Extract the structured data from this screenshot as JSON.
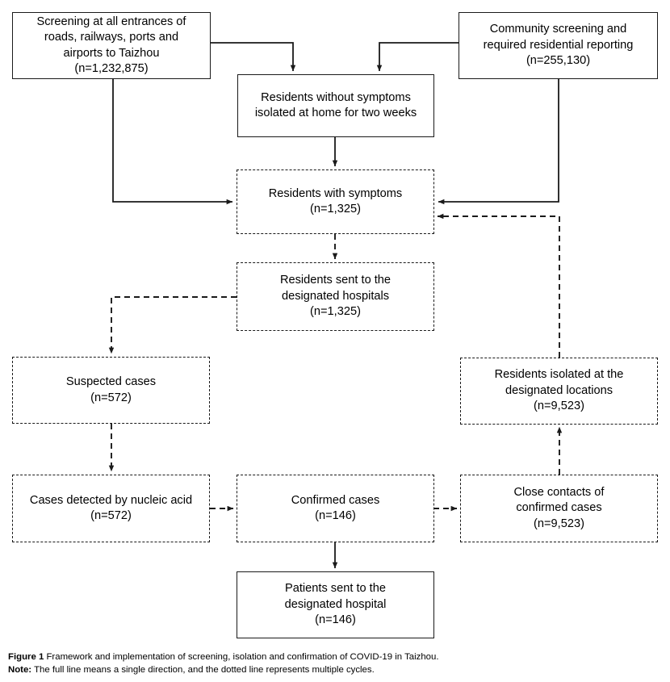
{
  "figure": {
    "caption_label": "Figure 1",
    "caption_text": " Framework and implementation of screening, isolation and confirmation of COVID-19 in Taizhou.",
    "note_label": "Note:",
    "note_text": " The full line means a single direction, and the dotted line represents multiple cycles.",
    "line_color": "#1a1a1a",
    "background": "#ffffff"
  },
  "nodes": {
    "screening_entrances": {
      "border": "solid",
      "lines": [
        "Screening at all entrances of",
        "roads, railways, ports and",
        "airports to Taizhou",
        "(n=1,232,875)"
      ]
    },
    "community_screening": {
      "border": "solid",
      "lines": [
        "Community screening and",
        "required residential reporting",
        "(n=255,130)"
      ]
    },
    "residents_without_symptoms": {
      "border": "solid",
      "lines": [
        "Residents without symptoms",
        "isolated at home for two weeks"
      ]
    },
    "residents_with_symptoms": {
      "border": "dashed",
      "lines": [
        "Residents with symptoms",
        "(n=1,325)"
      ]
    },
    "residents_sent_hospitals": {
      "border": "dashed",
      "lines": [
        "Residents sent to the",
        "designated hospitals",
        "(n=1,325)"
      ]
    },
    "suspected_cases": {
      "border": "dashed",
      "lines": [
        "Suspected cases",
        "(n=572)"
      ]
    },
    "residents_isolated_locations": {
      "border": "dashed",
      "lines": [
        "Residents isolated at the",
        "designated locations",
        "(n=9,523)"
      ]
    },
    "cases_nucleic_acid": {
      "border": "dashed",
      "lines": [
        "Cases detected by nucleic acid",
        "(n=572)"
      ]
    },
    "confirmed_cases": {
      "border": "dashed",
      "lines": [
        "Confirmed cases",
        "(n=146)"
      ]
    },
    "close_contacts": {
      "border": "dashed",
      "lines": [
        "Close contacts of",
        "confirmed cases",
        "(n=9,523)"
      ]
    },
    "patients_sent_hospital": {
      "border": "solid",
      "lines": [
        "Patients sent to the",
        "designated hospital",
        "(n=146)"
      ]
    }
  },
  "chart_data": {
    "type": "diagram",
    "title": "Framework and implementation of screening, isolation and confirmation of COVID-19 in Taizhou",
    "diagram_kind": "flowchart",
    "counts": {
      "screening_at_entrances": 1232875,
      "community_screening": 255130,
      "residents_with_symptoms": 1325,
      "residents_sent_to_hospitals": 1325,
      "suspected_cases": 572,
      "cases_detected_by_nucleic_acid": 572,
      "confirmed_cases": 146,
      "close_contacts": 9523,
      "residents_isolated_locations": 9523,
      "patients_sent_to_hospital": 146
    },
    "edges": [
      {
        "from": "screening_entrances",
        "to": "residents_without_symptoms",
        "style": "solid"
      },
      {
        "from": "screening_entrances",
        "to": "residents_with_symptoms",
        "style": "solid"
      },
      {
        "from": "community_screening",
        "to": "residents_without_symptoms",
        "style": "solid"
      },
      {
        "from": "community_screening",
        "to": "residents_with_symptoms",
        "style": "solid"
      },
      {
        "from": "residents_without_symptoms",
        "to": "residents_with_symptoms",
        "style": "solid"
      },
      {
        "from": "residents_with_symptoms",
        "to": "residents_sent_hospitals",
        "style": "dashed"
      },
      {
        "from": "residents_sent_hospitals",
        "to": "suspected_cases",
        "style": "dashed"
      },
      {
        "from": "suspected_cases",
        "to": "cases_nucleic_acid",
        "style": "dashed"
      },
      {
        "from": "cases_nucleic_acid",
        "to": "confirmed_cases",
        "style": "dashed"
      },
      {
        "from": "confirmed_cases",
        "to": "close_contacts",
        "style": "dashed"
      },
      {
        "from": "confirmed_cases",
        "to": "patients_sent_hospital",
        "style": "solid"
      },
      {
        "from": "close_contacts",
        "to": "residents_isolated_locations",
        "style": "dashed"
      },
      {
        "from": "residents_isolated_locations",
        "to": "residents_with_symptoms",
        "style": "dashed"
      }
    ]
  }
}
